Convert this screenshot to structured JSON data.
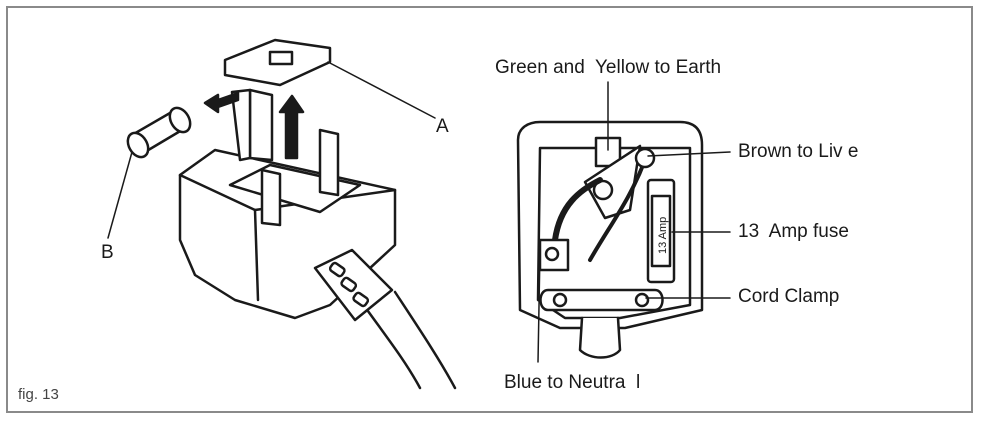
{
  "figure": {
    "caption": "fig. 13",
    "left_labels": {
      "a": "A",
      "b": "B"
    },
    "right_labels": {
      "earth": "Green and  Yellow to Earth",
      "live": "Brown to Liv e",
      "fuse": "13  Amp fuse",
      "clamp": "Cord Clamp",
      "neutral": "Blue to Neutra  l",
      "fuse_marking": "13 Amp"
    },
    "icons": [
      "plug-fuse-carrier-illustration",
      "open-plug-wiring-illustration",
      "arrow-icon"
    ]
  }
}
